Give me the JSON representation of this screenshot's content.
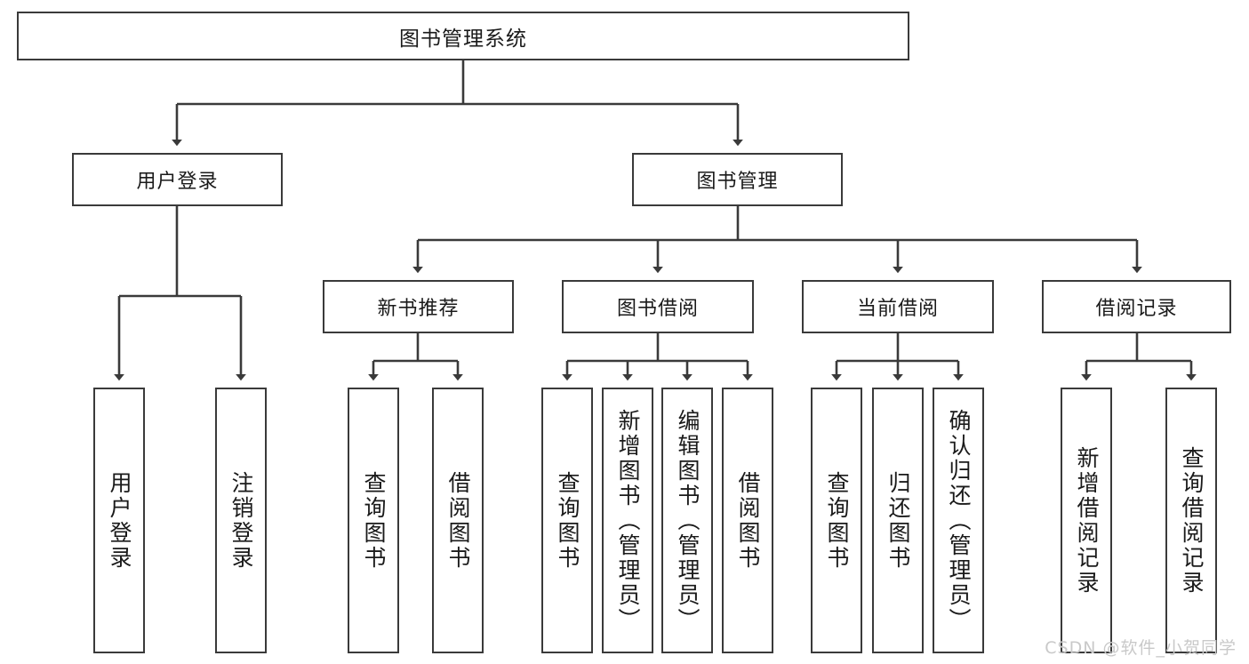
{
  "diagram": {
    "title": "图书管理系统",
    "type": "tree-hierarchy",
    "root": {
      "label": "图书管理系统"
    },
    "level2": [
      {
        "label": "用户登录"
      },
      {
        "label": "图书管理"
      }
    ],
    "level3": [
      {
        "label": "新书推荐"
      },
      {
        "label": "图书借阅"
      },
      {
        "label": "当前借阅"
      },
      {
        "label": "借阅记录"
      }
    ],
    "leaves": {
      "user_login": [
        {
          "label": "用户登录"
        },
        {
          "label": "注销登录"
        }
      ],
      "new_book_recommend": [
        {
          "label": "查询图书"
        },
        {
          "label": "借阅图书"
        }
      ],
      "book_borrow": [
        {
          "label": "查询图书"
        },
        {
          "label": "新增图书（管理员）"
        },
        {
          "label": "编辑图书（管理员）"
        },
        {
          "label": "借阅图书"
        }
      ],
      "current_borrow": [
        {
          "label": "查询图书"
        },
        {
          "label": "归还图书"
        },
        {
          "label": "确认归还（管理员）"
        }
      ],
      "borrow_record": [
        {
          "label": "新增借阅记录"
        },
        {
          "label": "查询借阅记录"
        }
      ]
    }
  },
  "watermark": {
    "text": "CSDN @软件_小贺同学"
  },
  "colors": {
    "box_border": "#3a3a3a",
    "box_fill": "#ffffff",
    "connector": "#3a3a3a",
    "text": "#1a1a1a",
    "watermark": "#c9c9c9",
    "background": "#ffffff"
  }
}
